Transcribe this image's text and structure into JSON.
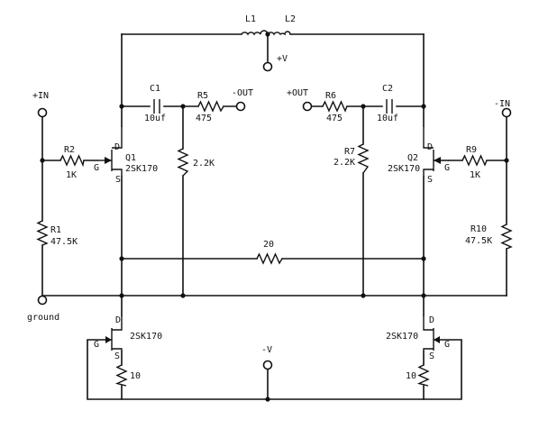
{
  "inductors": {
    "l1": "L1",
    "l2": "L2"
  },
  "terminals": {
    "plus_v": "+V",
    "minus_v": "-V",
    "plus_in": "+IN",
    "minus_in": "-IN",
    "minus_out": "-OUT",
    "plus_out": "+OUT",
    "ground": "ground"
  },
  "capacitors": {
    "c1": {
      "ref": "C1",
      "value": "10uf"
    },
    "c2": {
      "ref": "C2",
      "value": "10uf"
    }
  },
  "resistors": {
    "r1": {
      "ref": "R1",
      "value": "47.5K"
    },
    "r2": {
      "ref": "R2",
      "value": "1K"
    },
    "r5": {
      "ref": "R5",
      "value": "475"
    },
    "r6": {
      "ref": "R6",
      "value": "475"
    },
    "r7": {
      "ref": "R7",
      "value": "2.2K"
    },
    "r9": {
      "ref": "R9",
      "value": "1K"
    },
    "r10": {
      "ref": "R10",
      "value": "47.5K"
    },
    "drain_left": {
      "value": "2.2K"
    },
    "bridge": {
      "value": "20"
    },
    "source_left": {
      "value": "10"
    },
    "source_right": {
      "value": "10"
    }
  },
  "transistors": {
    "q1": {
      "ref": "Q1",
      "part": "2SK170",
      "d": "D",
      "g": "G",
      "s": "S"
    },
    "q2": {
      "ref": "Q2",
      "part": "2SK170",
      "d": "D",
      "g": "G",
      "s": "S"
    },
    "q3": {
      "part": "2SK170",
      "d": "D",
      "g": "G",
      "s": "S"
    },
    "q4": {
      "part": "2SK170",
      "d": "D",
      "g": "G",
      "s": "S"
    }
  }
}
